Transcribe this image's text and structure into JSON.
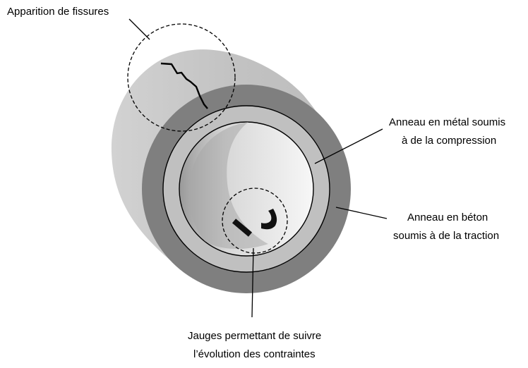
{
  "labels": {
    "fissures": "Apparition de fissures",
    "metal_ring": [
      "Anneau en métal soumis",
      "à de la compression"
    ],
    "concrete_ring": [
      "Anneau en béton",
      "soumis à de la traction"
    ],
    "gauges": [
      "Jauges permettant de suivre",
      "l’évolution des contraintes"
    ]
  },
  "colors": {
    "cylinder_outer": "#c8c8c8",
    "concrete_ring": "#7f7f7f",
    "metal_ring": "#c0c0c0",
    "bore": "#f4f4f4",
    "gauge": "#111111",
    "outline": "#000000"
  }
}
